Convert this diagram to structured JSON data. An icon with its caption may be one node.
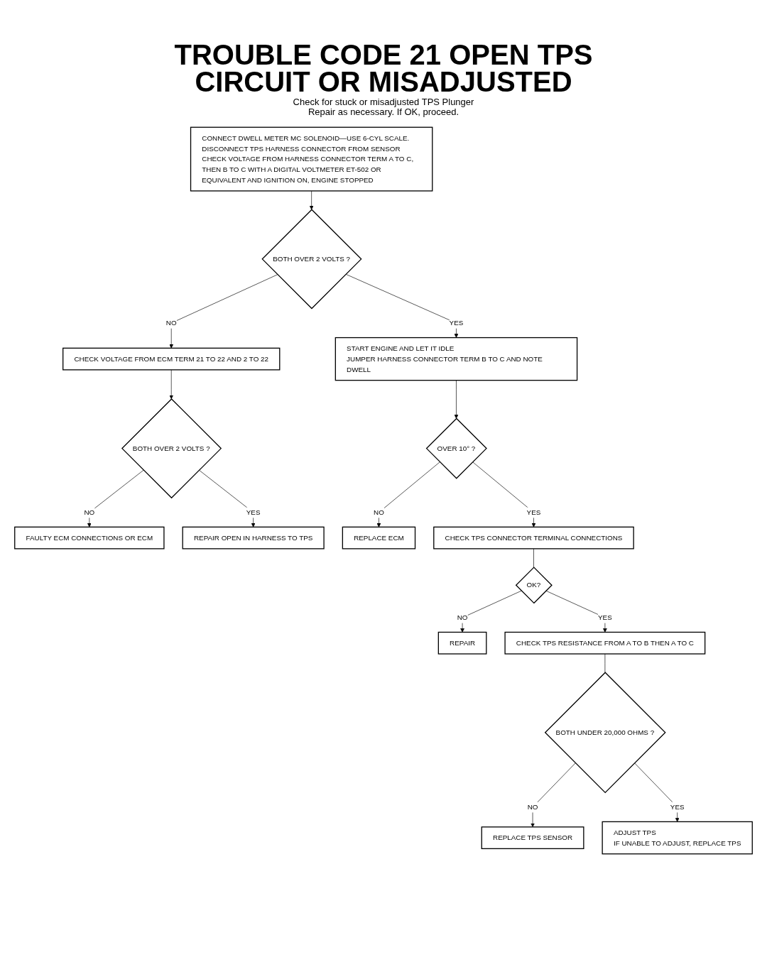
{
  "diagram": {
    "title": "TROUBLE CODE 21 OPEN TPS CIRCUIT OR MISADJUSTED",
    "nodes": [
      {
        "text": [
          "CONNECT DWELL METER MC SOLENOID—USE 6-CYL SCALE.",
          "DISCONNECT TPS HARNESS CONNECTOR FROM SENSOR",
          "CHECK VOLTAGE FROM HARNESS CONNECTOR TERM A TO C, THEN B TO C WITH A DIGITAL VOLTMETER ET-502 OR EQUIVALENT AND IGNITION ON, ENGINE STOPPED"
        ]
      },
      {
        "text": [
          "BOTH OVER 2 VOLTS ?"
        ]
      },
      {
        "text": [
          "CHECK VOLTAGE FROM ECM TERM 21 TO 22 AND 2 TO 22"
        ]
      },
      {
        "text": [
          "START ENGINE AND LET IT IDLE",
          "JUMPER HARNESS CONNECTOR TERM B TO C AND NOTE DWELL"
        ]
      },
      {
        "text": [
          "BOTH OVER 2 VOLTS ?"
        ]
      },
      {
        "text": [
          "FAULTY ECM CONNECTIONS OR ECM"
        ]
      },
      {
        "text": [
          "REPAIR OPEN IN HARNESS TO TPS"
        ]
      },
      {
        "text": [
          "OVER 10° ?"
        ]
      },
      {
        "text": [
          "REPLACE ECM"
        ]
      },
      {
        "text": [
          "CHECK TPS CONNECTOR TERMINAL CONNECTIONS"
        ]
      },
      {
        "text": [
          "OK?"
        ]
      },
      {
        "text": [
          "REPAIR"
        ]
      },
      {
        "text": [
          "CHECK TPS RESISTANCE FROM A TO B THEN A TO C"
        ]
      },
      {
        "text": [
          "BOTH UNDER 20,000 OHMS ?"
        ]
      },
      {
        "text": [
          "REPLACE TPS SENSOR"
        ]
      },
      {
        "text": [
          "ADJUST TPS",
          "IF UNABLE TO ADJUST, REPLACE TPS"
        ]
      }
    ],
    "edges": [
      {
        "from": 0,
        "to": 1,
        "arrow": "to"
      },
      {
        "from": 1,
        "to": 2,
        "label": "NO",
        "arrow": "to"
      },
      {
        "from": 1,
        "to": 3,
        "label": "YES",
        "arrow": "to"
      },
      {
        "from": 2,
        "to": 4,
        "arrow": "to"
      },
      {
        "from": 4,
        "to": 5,
        "label": "NO",
        "arrow": "to"
      },
      {
        "from": 4,
        "to": 6,
        "label": "YES",
        "arrow": "to"
      },
      {
        "from": 3,
        "to": 7,
        "arrow": "to"
      },
      {
        "from": 7,
        "to": 8,
        "label": "NO",
        "arrow": "to"
      },
      {
        "from": 7,
        "to": 9,
        "label": "YES",
        "arrow": "to"
      },
      {
        "from": 9,
        "to": 10,
        "arrow": "none"
      },
      {
        "from": 10,
        "to": 11,
        "label": "NO",
        "arrow": "to"
      },
      {
        "from": 10,
        "to": 12,
        "label": "YES",
        "arrow": "to"
      },
      {
        "from": 12,
        "to": 13,
        "arrow": "none"
      },
      {
        "from": 13,
        "to": 14,
        "label": "NO",
        "arrow": "to"
      },
      {
        "from": 13,
        "to": 15,
        "label": "YES",
        "arrow": "to"
      }
    ],
    "labels": [
      "Check for stuck or misadjusted TPS Plunger Repair as necessary. If OK, proceed."
    ]
  }
}
